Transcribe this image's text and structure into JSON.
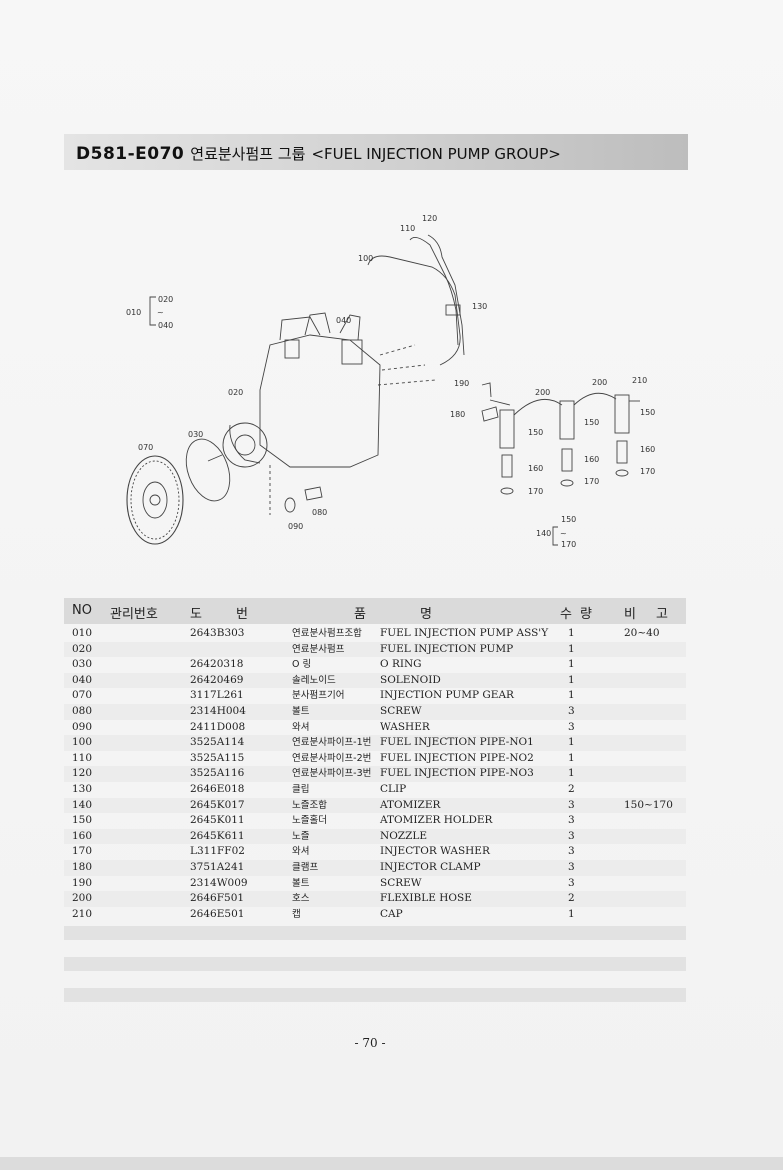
{
  "header": {
    "code": "D581-E070",
    "title_kr": "연료분사펌프 그룹",
    "title_en": "<FUEL INJECTION PUMP GROUP>"
  },
  "diagram": {
    "callouts": [
      "120",
      "110",
      "100",
      "130",
      "040",
      "020",
      "010",
      "020",
      "040",
      "190",
      "200",
      "200",
      "210",
      "180",
      "150",
      "150",
      "150",
      "030",
      "070",
      "160",
      "160",
      "160",
      "170",
      "170",
      "170",
      "080",
      "090",
      "140",
      "150",
      "170",
      "~",
      "~"
    ]
  },
  "table": {
    "headers": {
      "no": "NO",
      "mgmt": "관리번호",
      "part_do": "도",
      "part_beon": "번",
      "name_pum": "품",
      "name_myeong": "명",
      "qty_su": "수",
      "qty_ryang": "량",
      "note_bi": "비",
      "note_go": "고"
    },
    "rows": [
      {
        "no": "010",
        "part": "2643B303",
        "kr": "연료분사펌프조합",
        "en": "FUEL INJECTION PUMP ASS'Y",
        "qty": "1",
        "note": "20~40"
      },
      {
        "no": "020",
        "part": "",
        "kr": "연료분사펌프",
        "en": "FUEL INJECTION PUMP",
        "qty": "1",
        "note": ""
      },
      {
        "no": "030",
        "part": "26420318",
        "kr": "O 링",
        "en": "O RING",
        "qty": "1",
        "note": ""
      },
      {
        "no": "040",
        "part": "26420469",
        "kr": "솔레노이드",
        "en": "SOLENOID",
        "qty": "1",
        "note": ""
      },
      {
        "no": "070",
        "part": "3117L261",
        "kr": "분사펌프기어",
        "en": "INJECTION PUMP GEAR",
        "qty": "1",
        "note": ""
      },
      {
        "no": "080",
        "part": "2314H004",
        "kr": "볼트",
        "en": "SCREW",
        "qty": "3",
        "note": ""
      },
      {
        "no": "090",
        "part": "2411D008",
        "kr": "와셔",
        "en": "WASHER",
        "qty": "3",
        "note": ""
      },
      {
        "no": "100",
        "part": "3525A114",
        "kr": "연료분사파이프-1번",
        "en": "FUEL INJECTION PIPE-NO1",
        "qty": "1",
        "note": ""
      },
      {
        "no": "110",
        "part": "3525A115",
        "kr": "연료분사파이프-2번",
        "en": "FUEL INJECTION PIPE-NO2",
        "qty": "1",
        "note": ""
      },
      {
        "no": "120",
        "part": "3525A116",
        "kr": "연료분사파이프-3번",
        "en": "FUEL INJECTION PIPE-NO3",
        "qty": "1",
        "note": ""
      },
      {
        "no": "130",
        "part": "2646E018",
        "kr": "클립",
        "en": "CLIP",
        "qty": "2",
        "note": ""
      },
      {
        "no": "140",
        "part": "2645K017",
        "kr": "노즐조합",
        "en": "ATOMIZER",
        "qty": "3",
        "note": "150~170"
      },
      {
        "no": "150",
        "part": "2645K011",
        "kr": "노즐홀더",
        "en": "ATOMIZER HOLDER",
        "qty": "3",
        "note": ""
      },
      {
        "no": "160",
        "part": "2645K611",
        "kr": "노즐",
        "en": "NOZZLE",
        "qty": "3",
        "note": ""
      },
      {
        "no": "170",
        "part": "L311FF02",
        "kr": "와셔",
        "en": "INJECTOR WASHER",
        "qty": "3",
        "note": ""
      },
      {
        "no": "180",
        "part": "3751A241",
        "kr": "클램프",
        "en": "INJECTOR CLAMP",
        "qty": "3",
        "note": ""
      },
      {
        "no": "190",
        "part": "2314W009",
        "kr": "볼트",
        "en": "SCREW",
        "qty": "3",
        "note": ""
      },
      {
        "no": "200",
        "part": "2646F501",
        "kr": "호스",
        "en": "FLEXIBLE HOSE",
        "qty": "2",
        "note": ""
      },
      {
        "no": "210",
        "part": "2646E501",
        "kr": "캡",
        "en": "CAP",
        "qty": "1",
        "note": ""
      }
    ]
  },
  "footer": {
    "page_number": "- 70 -"
  }
}
